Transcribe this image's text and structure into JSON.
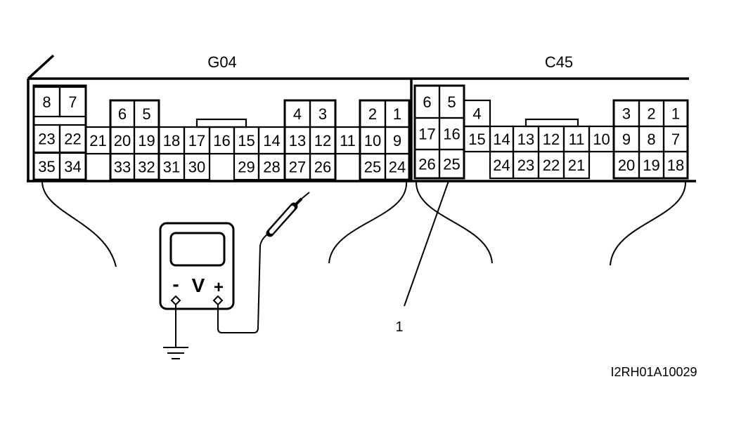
{
  "connectors": {
    "g04": {
      "name": "G04",
      "pins": [
        "8",
        "7",
        "23",
        "22",
        "35",
        "34",
        "21",
        "6",
        "5",
        "20",
        "19",
        "33",
        "32",
        "18",
        "31",
        "17",
        "30",
        "16",
        "15",
        "29",
        "14",
        "28",
        "4",
        "3",
        "13",
        "12",
        "27",
        "26",
        "11",
        "2",
        "1",
        "10",
        "9",
        "25",
        "24"
      ]
    },
    "c45": {
      "name": "C45",
      "pins": [
        "6",
        "5",
        "17",
        "16",
        "26",
        "25",
        "4",
        "15",
        "14",
        "24",
        "13",
        "12",
        "11",
        "10",
        "23",
        "22",
        "21",
        "3",
        "2",
        "1",
        "9",
        "8",
        "7",
        "20",
        "19",
        "18"
      ]
    }
  },
  "meter": {
    "minus": "-",
    "symbol": "V",
    "plus": "+"
  },
  "callout": {
    "label": "1"
  },
  "figure_id": "I2RH01A10029"
}
